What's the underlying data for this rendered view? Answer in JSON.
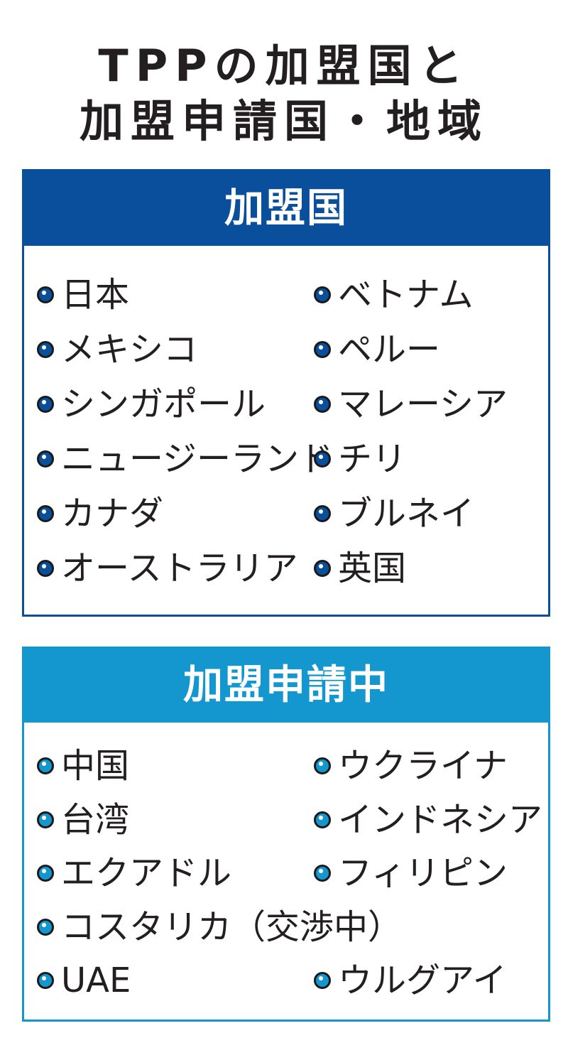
{
  "title": {
    "line1": "TPPの加盟国と",
    "line2": "加盟申請国・地域"
  },
  "colors": {
    "members": "#0a4f9c",
    "applicants": "#1497cf"
  },
  "members": {
    "heading": "加盟国",
    "left": [
      "日本",
      "メキシコ",
      "シンガポール",
      "ニュージーランド",
      "カナダ",
      "オーストラリア"
    ],
    "right": [
      "ベトナム",
      "ペルー",
      "マレーシア",
      "チリ",
      "ブルネイ",
      "英国"
    ]
  },
  "applicants": {
    "heading": "加盟申請中",
    "items": [
      {
        "left": "中国",
        "right": "ウクライナ"
      },
      {
        "left": "台湾",
        "right": "インドネシア"
      },
      {
        "left": "エクアドル",
        "right": "フィリピン"
      },
      {
        "left": "コスタリカ（交渉中）",
        "right": null
      },
      {
        "left": "UAE",
        "right": "ウルグアイ"
      }
    ]
  }
}
